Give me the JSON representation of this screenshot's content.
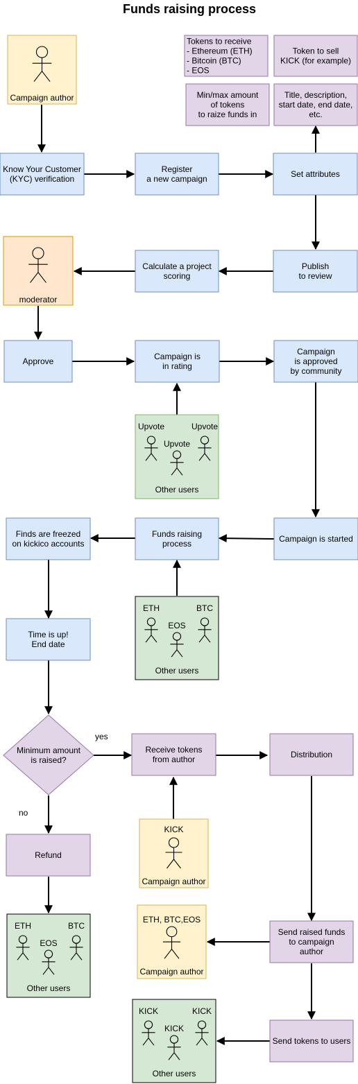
{
  "title": "Funds raising process",
  "colors": {
    "blue_fill": "#dae8fc",
    "blue_stroke": "#6c8ebf",
    "purple_fill": "#e1d5e7",
    "purple_stroke": "#9673a6",
    "green_fill": "#d5e8d4",
    "green_stroke": "#82b366",
    "yellow_fill": "#fff2cc",
    "yellow_stroke": "#d6b656",
    "orange_fill": "#ffe6cc",
    "orange_stroke": "#d79b00",
    "dark_stroke": "#000000"
  },
  "actors": {
    "campaign_author_top": "Campaign author",
    "moderator": "moderator",
    "campaign_author_kick_label": "KICK",
    "campaign_author_kick": "Campaign author",
    "campaign_author_funds_label": "ETH, BTC,EOS",
    "campaign_author_funds": "Campaign author"
  },
  "nodes": {
    "kyc": [
      "Know Your Customer",
      "(KYC) verification"
    ],
    "register": [
      "Register",
      "a new campaign"
    ],
    "set_attributes": [
      "Set attributes"
    ],
    "tokens_receive": [
      "Tokens to receive",
      "- Ethereum (ETH)",
      "- Bitcoin (BTC)",
      "- EOS"
    ],
    "token_sell": [
      "Token to sell",
      "KICK (for example)"
    ],
    "minmax": [
      "Min/max amount",
      "of tokens",
      "to raize funds in"
    ],
    "title_desc": [
      "Title, description,",
      "start date, end date,",
      "etc."
    ],
    "publish": [
      "Publish",
      "to review"
    ],
    "calc_scoring": [
      "Calculate a project",
      "scoring"
    ],
    "approve": [
      "Approve"
    ],
    "in_rating": [
      "Campaign is",
      "in rating"
    ],
    "approved_community": [
      "Campaign",
      "is approved",
      "by community"
    ],
    "campaign_started": [
      "Campaign is started"
    ],
    "funds_raising": [
      "Funds raising",
      "process"
    ],
    "finds_freezed": [
      "Finds are freezed",
      "on kickico accounts"
    ],
    "time_up": [
      "Time is up!",
      "End date"
    ],
    "min_raised": [
      "Minimum amount",
      "is raised?"
    ],
    "receive_tokens": [
      "Receive tokens",
      "from author"
    ],
    "distribution": [
      "Distribution"
    ],
    "refund": [
      "Refund"
    ],
    "send_funds": [
      "Send raised funds",
      "to campaign",
      "author"
    ],
    "send_tokens": [
      "Send tokens to users"
    ]
  },
  "decision_labels": {
    "yes": "yes",
    "no": "no"
  },
  "user_groups": {
    "upvote": {
      "left": "Upvote",
      "right": "Upvote",
      "middle": "Upvote",
      "caption": "Other users"
    },
    "crypto_in": {
      "left": "ETH",
      "right": "BTC",
      "middle": "EOS",
      "caption": "Other users"
    },
    "crypto_refund": {
      "left": "ETH",
      "right": "BTC",
      "middle": "EOS",
      "caption": "Other users"
    },
    "kick_out": {
      "left": "KICK",
      "right": "KICK",
      "middle": "KICK",
      "caption": "Other users"
    }
  }
}
